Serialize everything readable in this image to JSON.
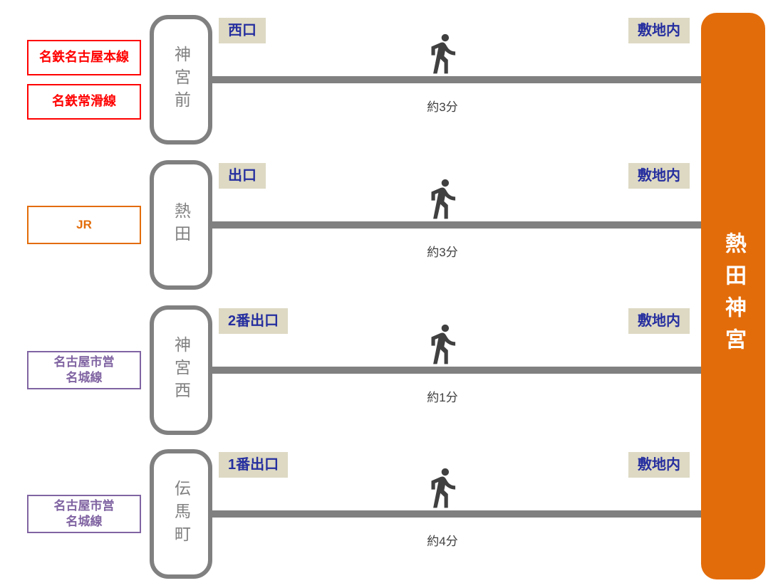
{
  "destination": {
    "label": "熱田神宮"
  },
  "rows": [
    {
      "lines": [
        {
          "label": "名鉄名古屋本線",
          "color": "#FF0000"
        },
        {
          "label": "名鉄常滑線",
          "color": "#FF0000"
        }
      ],
      "station": "神宮前",
      "exit": "西口",
      "duration": "約3分",
      "arrival": "敷地内"
    },
    {
      "lines": [
        {
          "label": "JR",
          "color": "#E36C09"
        }
      ],
      "station": "熱田",
      "exit": "出口",
      "duration": "約3分",
      "arrival": "敷地内"
    },
    {
      "lines": [
        {
          "label": "名古屋市営\n名城線",
          "color": "#8064A2"
        }
      ],
      "station": "神宮西",
      "exit": "2番出口",
      "duration": "約1分",
      "arrival": "敷地内"
    },
    {
      "lines": [
        {
          "label": "名古屋市営\n名城線",
          "color": "#8064A2"
        }
      ],
      "station": "伝馬町",
      "exit": "1番出口",
      "duration": "約4分",
      "arrival": "敷地内"
    }
  ],
  "icons": {
    "walker": "walking-person-icon"
  },
  "colors": {
    "track_line": "#808080",
    "station_border": "#808080",
    "station_text": "#808080",
    "label_bg": "#DDD9C3",
    "label_text": "#262F9F",
    "walker_icon": "#404040",
    "duration_text": "#404040",
    "destination_bar": "#E36C0A",
    "destination_text": "#FFFFFF"
  }
}
